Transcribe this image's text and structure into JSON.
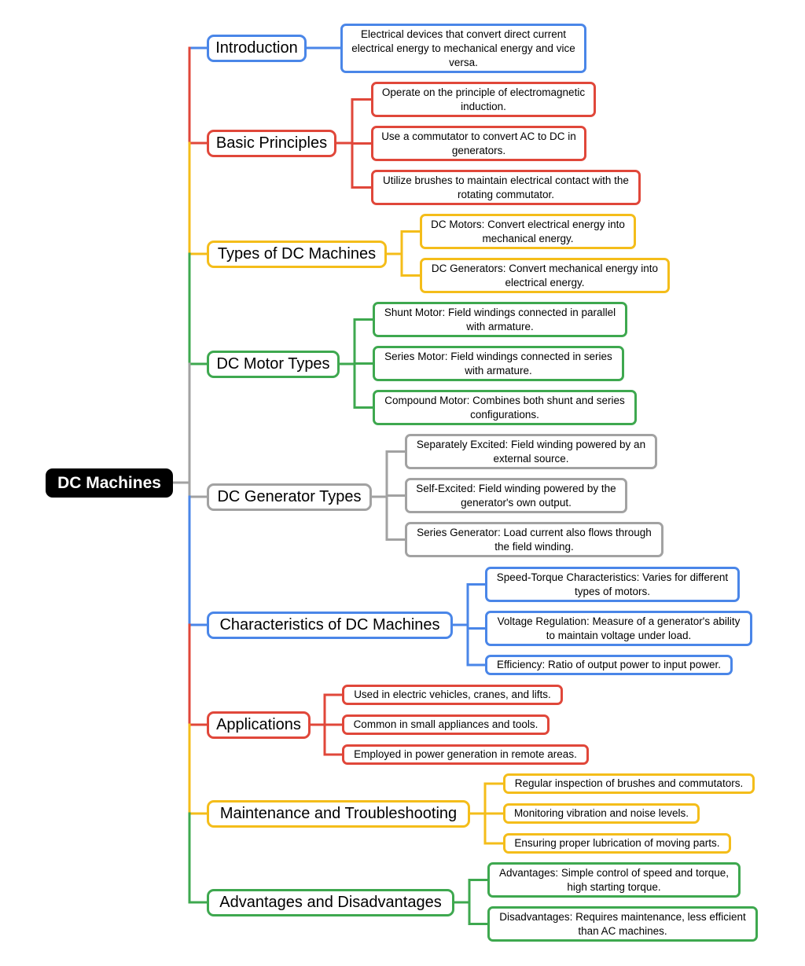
{
  "colors": {
    "blue": "#4a86e8",
    "red": "#e0473a",
    "yellow": "#f4bd1a",
    "green": "#3ea84f",
    "gray": "#a2a2a2",
    "root": "#000000"
  },
  "root": {
    "label": "DC Machines"
  },
  "branches": [
    {
      "label": "Introduction",
      "color": "blue",
      "children": [
        "Electrical devices that convert direct current electrical energy to mechanical energy and vice versa."
      ]
    },
    {
      "label": "Basic Principles",
      "color": "red",
      "children": [
        "Operate on the principle of electromagnetic induction.",
        "Use a commutator to convert AC to DC in generators.",
        "Utilize brushes to maintain electrical contact with the rotating commutator."
      ]
    },
    {
      "label": "Types of DC Machines",
      "color": "yellow",
      "children": [
        "DC Motors: Convert electrical energy into mechanical energy.",
        "DC Generators: Convert mechanical energy into electrical energy."
      ]
    },
    {
      "label": "DC Motor Types",
      "color": "green",
      "children": [
        "Shunt Motor: Field windings connected in parallel with armature.",
        "Series Motor: Field windings connected in series with armature.",
        "Compound Motor: Combines both shunt and series configurations."
      ]
    },
    {
      "label": "DC Generator Types",
      "color": "gray",
      "children": [
        "Separately Excited: Field winding powered by an external source.",
        "Self-Excited: Field winding powered by the generator's own output.",
        "Series Generator: Load current also flows through the field winding."
      ]
    },
    {
      "label": "Characteristics of DC Machines",
      "color": "blue",
      "children": [
        "Speed-Torque Characteristics: Varies for different types of motors.",
        "Voltage Regulation: Measure of a generator's ability to maintain voltage under load.",
        "Efficiency: Ratio of output power to input power."
      ]
    },
    {
      "label": "Applications",
      "color": "red",
      "children": [
        "Used in electric vehicles, cranes, and lifts.",
        "Common in small appliances and tools.",
        "Employed in power generation in remote areas."
      ]
    },
    {
      "label": "Maintenance and Troubleshooting",
      "color": "yellow",
      "children": [
        "Regular inspection of brushes and commutators.",
        "Monitoring vibration and noise levels.",
        "Ensuring proper lubrication of moving parts."
      ]
    },
    {
      "label": "Advantages and Disadvantages",
      "color": "green",
      "children": [
        "Advantages: Simple control of speed and torque, high starting torque.",
        "Disadvantages: Requires maintenance, less efficient than AC machines."
      ]
    }
  ]
}
